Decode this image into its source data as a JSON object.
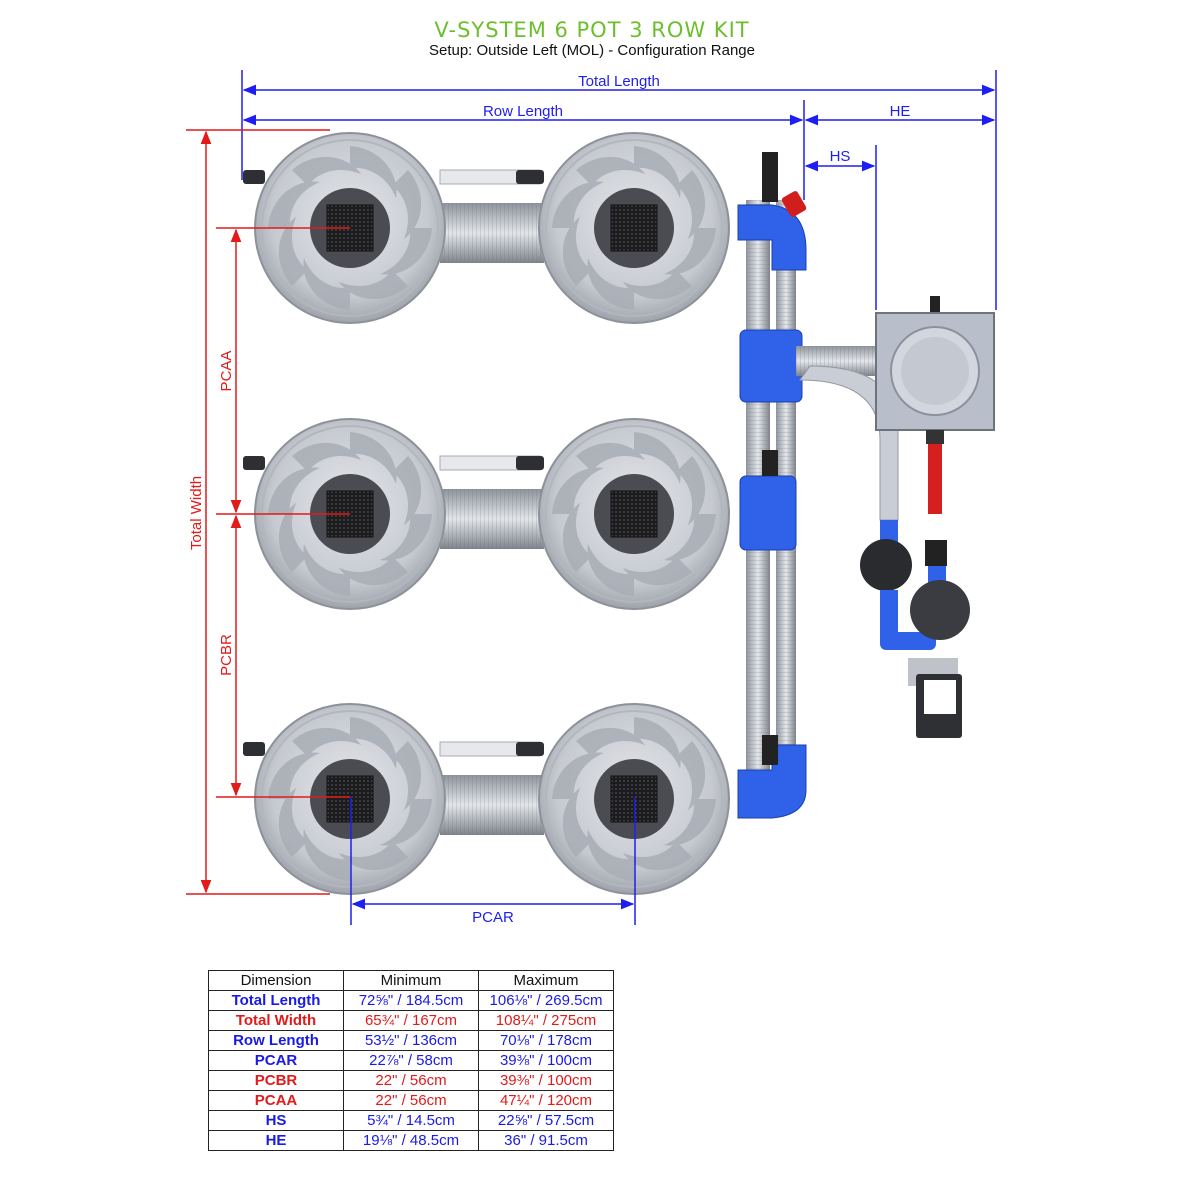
{
  "title": "V-SYSTEM 6 POT 3 ROW KIT",
  "subtitle": "Setup: Outside Left (MOL) - Configuration Range",
  "dimension_labels": {
    "total_length": "Total Length",
    "row_length": "Row Length",
    "he": "HE",
    "hs": "HS",
    "pcaa": "PCAA",
    "total_width": "Total Width",
    "pcbr": "PCBR",
    "pcar": "PCAR"
  },
  "colors": {
    "title_green": "#6cbf2c",
    "blue_dimension": "#1e1ef0",
    "red_dimension": "#e21a1a",
    "pipe_blue": "#2f62e8",
    "pot_grey": "#c9ccd3"
  },
  "table": {
    "headers": [
      "Dimension",
      "Minimum",
      "Maximum"
    ],
    "rows": [
      {
        "name": "Total Length",
        "min": "72⅝\" / 184.5cm",
        "max": "106⅛\" / 269.5cm",
        "color": "blue"
      },
      {
        "name": "Total Width",
        "min": "65¾\" / 167cm",
        "max": "108¼\" / 275cm",
        "color": "red"
      },
      {
        "name": "Row Length",
        "min": "53½\" / 136cm",
        "max": "70⅛\" / 178cm",
        "color": "blue"
      },
      {
        "name": "PCAR",
        "min": "22⅞\" / 58cm",
        "max": "39⅜\" / 100cm",
        "color": "blue"
      },
      {
        "name": "PCBR",
        "min": "22\" / 56cm",
        "max": "39⅜\" / 100cm",
        "color": "red"
      },
      {
        "name": "PCAA",
        "min": "22\" / 56cm",
        "max": "47¼\" / 120cm",
        "color": "red"
      },
      {
        "name": "HS",
        "min": "5¾\" / 14.5cm",
        "max": "22⅝\" / 57.5cm",
        "color": "blue"
      },
      {
        "name": "HE",
        "min": "19⅛\" / 48.5cm",
        "max": "36\" / 91.5cm",
        "color": "blue"
      }
    ]
  }
}
